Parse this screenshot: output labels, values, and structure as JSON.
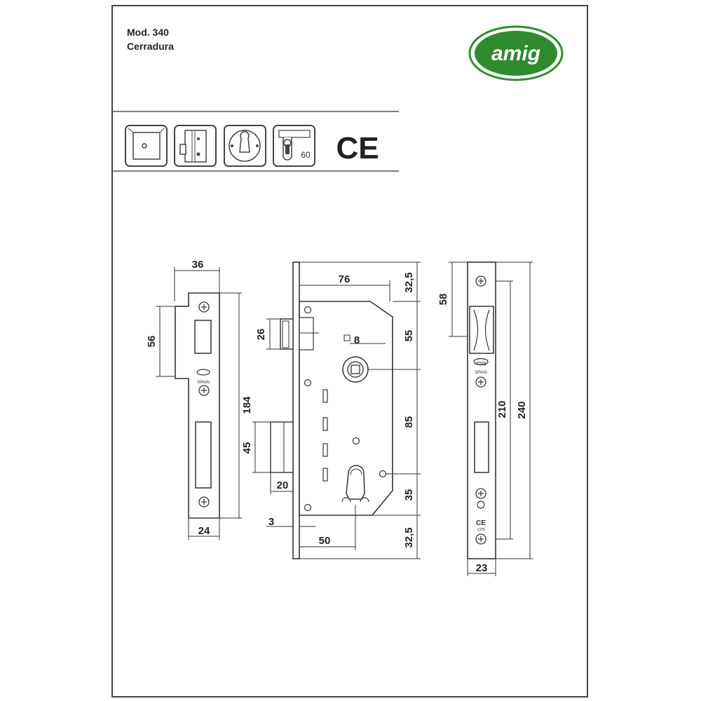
{
  "header": {
    "model": "Mod. 340",
    "name": "Cerradura"
  },
  "logo": {
    "text": "amig",
    "color": "#2e8b2e"
  },
  "icons": [
    {
      "name": "door-handle-icon"
    },
    {
      "name": "mortise-lock-icon"
    },
    {
      "name": "euro-cylinder-escutcheon-icon"
    },
    {
      "name": "cylinder-60-icon",
      "label": "60"
    },
    {
      "name": "ce-mark-icon",
      "label": "CE"
    }
  ],
  "dimensions": {
    "strike_width": "36",
    "strike_latch_height": "56",
    "strike_length": "184",
    "strike_bottom_width": "24",
    "backset": "76",
    "top_offset_right": "32,5",
    "latch_height": "26",
    "square_spindle": "8",
    "spindle_to_top": "55",
    "center_distance": "85",
    "bolt_height": "45",
    "bolt_throw": "20",
    "faceplate_thickness": "3",
    "backset_cylinder": "50",
    "cylinder_to_bottom": "35",
    "bottom_offset_right": "32,5",
    "faceplate_top_hole": "58",
    "faceplate_hole_distance": "210",
    "faceplate_length": "240",
    "faceplate_width": "23"
  },
  "stamps": {
    "brand": "amig",
    "origin": "SPAIN",
    "ce": "CE",
    "cert": "1339"
  }
}
